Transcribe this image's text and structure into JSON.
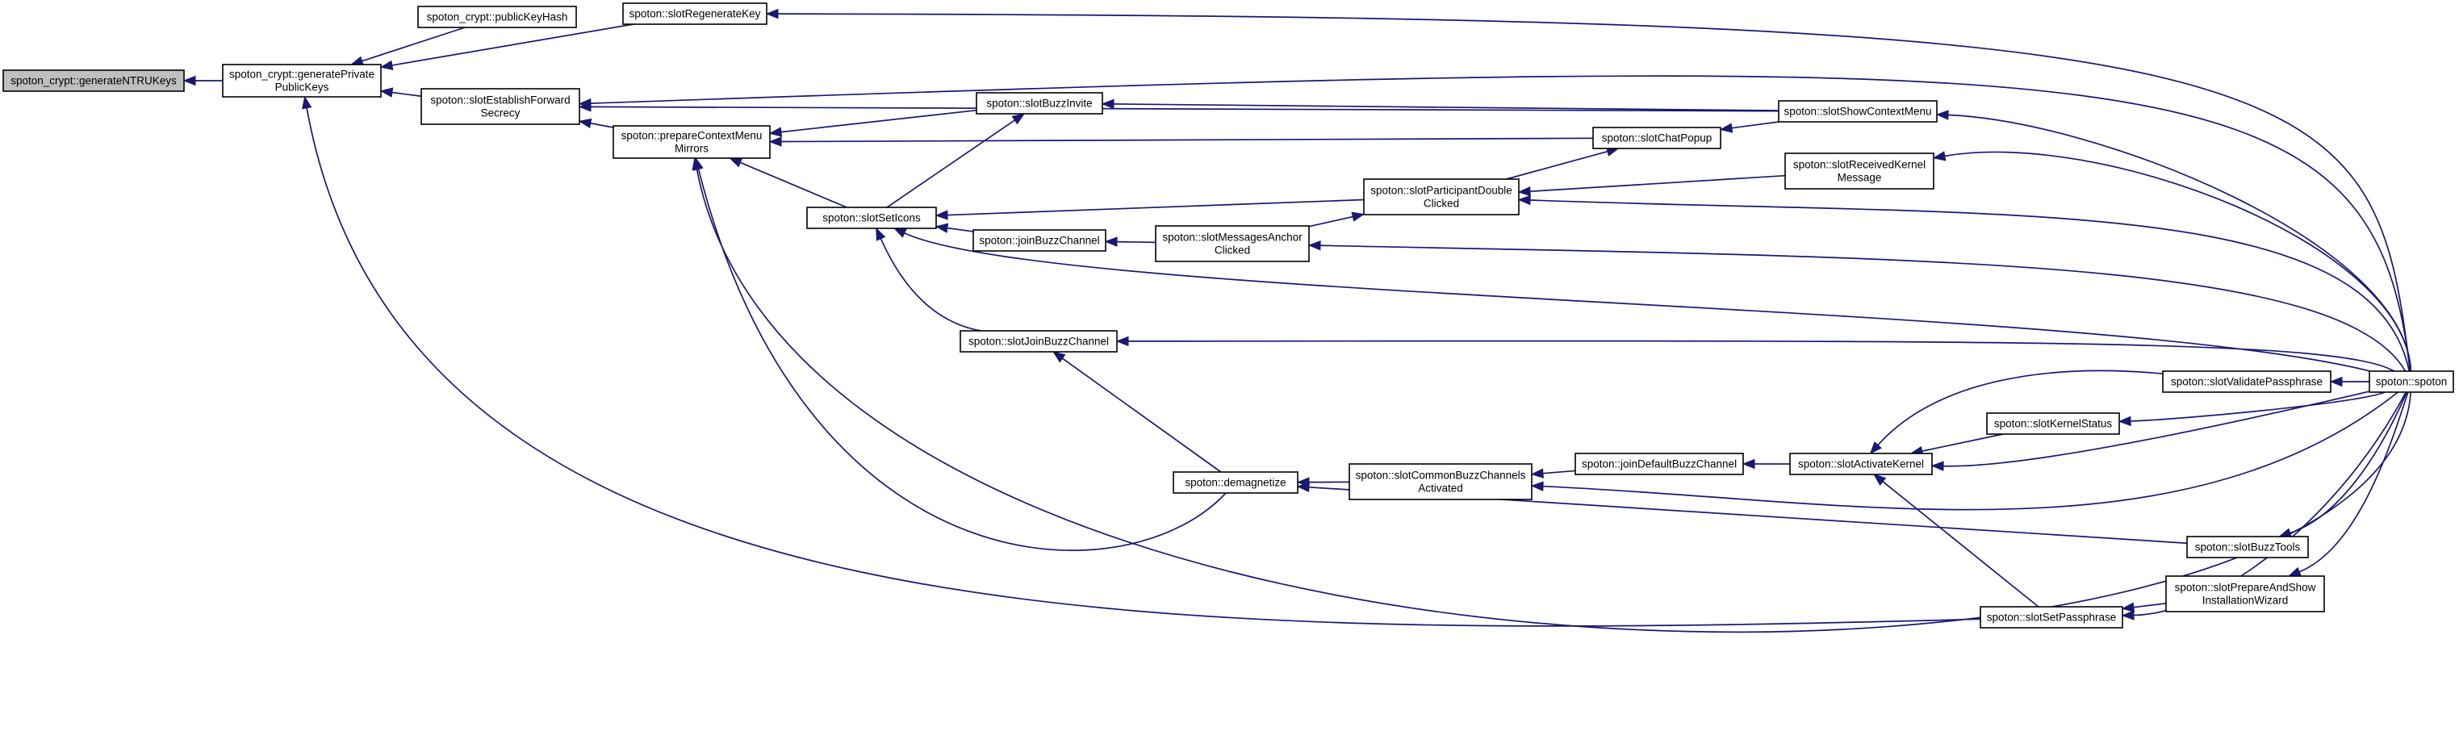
{
  "nodes": {
    "generateNTRUKeys": [
      "spoton_crypt::generateNTRUKeys"
    ],
    "generatePrivatePublicKeys": [
      "spoton_crypt::generatePrivate",
      "PublicKeys"
    ],
    "publicKeyHash": [
      "spoton_crypt::publicKeyHash"
    ],
    "slotRegenerateKey": [
      "spoton::slotRegenerateKey"
    ],
    "slotEstablishForwardSecrecy": [
      "spoton::slotEstablishForward",
      "Secrecy"
    ],
    "prepareContextMenuMirrors": [
      "spoton::prepareContextMenu",
      "Mirrors"
    ],
    "slotBuzzInvite": [
      "spoton::slotBuzzInvite"
    ],
    "slotShowContextMenu": [
      "spoton::slotShowContextMenu"
    ],
    "slotChatPopup": [
      "spoton::slotChatPopup"
    ],
    "slotSetIcons": [
      "spoton::slotSetIcons"
    ],
    "slotParticipantDoubleClicked": [
      "spoton::slotParticipantDouble",
      "Clicked"
    ],
    "slotReceivedKernelMessage": [
      "spoton::slotReceivedKernel",
      "Message"
    ],
    "joinBuzzChannel": [
      "spoton::joinBuzzChannel"
    ],
    "slotMessagesAnchorClicked": [
      "spoton::slotMessagesAnchor",
      "Clicked"
    ],
    "slotJoinBuzzChannel": [
      "spoton::slotJoinBuzzChannel"
    ],
    "spoton": [
      "spoton::spoton"
    ],
    "slotValidatePassphrase": [
      "spoton::slotValidatePassphrase"
    ],
    "slotKernelStatus": [
      "spoton::slotKernelStatus"
    ],
    "demagnetize": [
      "spoton::demagnetize"
    ],
    "slotCommonBuzzChannelsActivated": [
      "spoton::slotCommonBuzzChannels",
      "Activated"
    ],
    "joinDefaultBuzzChannel": [
      "spoton::joinDefaultBuzzChannel"
    ],
    "slotActivateKernel": [
      "spoton::slotActivateKernel"
    ],
    "slotBuzzTools": [
      "spoton::slotBuzzTools"
    ],
    "slotPrepareAndShowInstallationWizard": [
      "spoton::slotPrepareAndShow",
      "InstallationWizard"
    ],
    "slotSetPassphrase": [
      "spoton::slotSetPassphrase"
    ]
  },
  "edges": [
    [
      "generatePrivatePublicKeys",
      "generateNTRUKeys"
    ],
    [
      "publicKeyHash",
      "generatePrivatePublicKeys"
    ],
    [
      "slotRegenerateKey",
      "generatePrivatePublicKeys"
    ],
    [
      "slotEstablishForwardSecrecy",
      "generatePrivatePublicKeys"
    ],
    [
      "slotSetPassphrase",
      "generatePrivatePublicKeys"
    ],
    [
      "spoton",
      "slotRegenerateKey"
    ],
    [
      "prepareContextMenuMirrors",
      "slotEstablishForwardSecrecy"
    ],
    [
      "spoton",
      "slotEstablishForwardSecrecy"
    ],
    [
      "slotShowContextMenu",
      "slotEstablishForwardSecrecy"
    ],
    [
      "slotBuzzInvite",
      "prepareContextMenuMirrors"
    ],
    [
      "slotChatPopup",
      "prepareContextMenuMirrors"
    ],
    [
      "slotSetIcons",
      "prepareContextMenuMirrors"
    ],
    [
      "demagnetize",
      "prepareContextMenuMirrors"
    ],
    [
      "slotShowContextMenu",
      "slotBuzzInvite"
    ],
    [
      "slotSetIcons",
      "slotBuzzInvite"
    ],
    [
      "spoton",
      "slotShowContextMenu"
    ],
    [
      "slotShowContextMenu",
      "slotChatPopup"
    ],
    [
      "slotParticipantDoubleClicked",
      "slotChatPopup"
    ],
    [
      "slotParticipantDoubleClicked",
      "slotSetIcons"
    ],
    [
      "joinBuzzChannel",
      "slotSetIcons"
    ],
    [
      "slotJoinBuzzChannel",
      "slotSetIcons"
    ],
    [
      "spoton",
      "slotSetIcons"
    ],
    [
      "slotReceivedKernelMessage",
      "slotParticipantDoubleClicked"
    ],
    [
      "slotMessagesAnchorClicked",
      "slotParticipantDoubleClicked"
    ],
    [
      "spoton",
      "slotParticipantDoubleClicked"
    ],
    [
      "spoton",
      "slotReceivedKernelMessage"
    ],
    [
      "slotMessagesAnchorClicked",
      "joinBuzzChannel"
    ],
    [
      "spoton",
      "slotMessagesAnchorClicked"
    ],
    [
      "spoton",
      "slotJoinBuzzChannel"
    ],
    [
      "demagnetize",
      "slotJoinBuzzChannel"
    ],
    [
      "slotCommonBuzzChannelsActivated",
      "demagnetize"
    ],
    [
      "slotBuzzTools",
      "demagnetize"
    ],
    [
      "joinDefaultBuzzChannel",
      "slotCommonBuzzChannelsActivated"
    ],
    [
      "spoton",
      "slotCommonBuzzChannelsActivated"
    ],
    [
      "slotActivateKernel",
      "joinDefaultBuzzChannel"
    ],
    [
      "slotValidatePassphrase",
      "slotActivateKernel"
    ],
    [
      "slotKernelStatus",
      "slotActivateKernel"
    ],
    [
      "spoton",
      "slotActivateKernel"
    ],
    [
      "slotSetPassphrase",
      "slotActivateKernel"
    ],
    [
      "spoton",
      "slotValidatePassphrase"
    ],
    [
      "spoton",
      "slotKernelStatus"
    ],
    [
      "spoton",
      "slotBuzzTools"
    ],
    [
      "spoton",
      "slotPrepareAndShowInstallationWizard"
    ],
    [
      "slotPrepareAndShowInstallationWizard",
      "slotSetPassphrase"
    ],
    [
      "spoton",
      "slotSetPassphrase"
    ]
  ]
}
